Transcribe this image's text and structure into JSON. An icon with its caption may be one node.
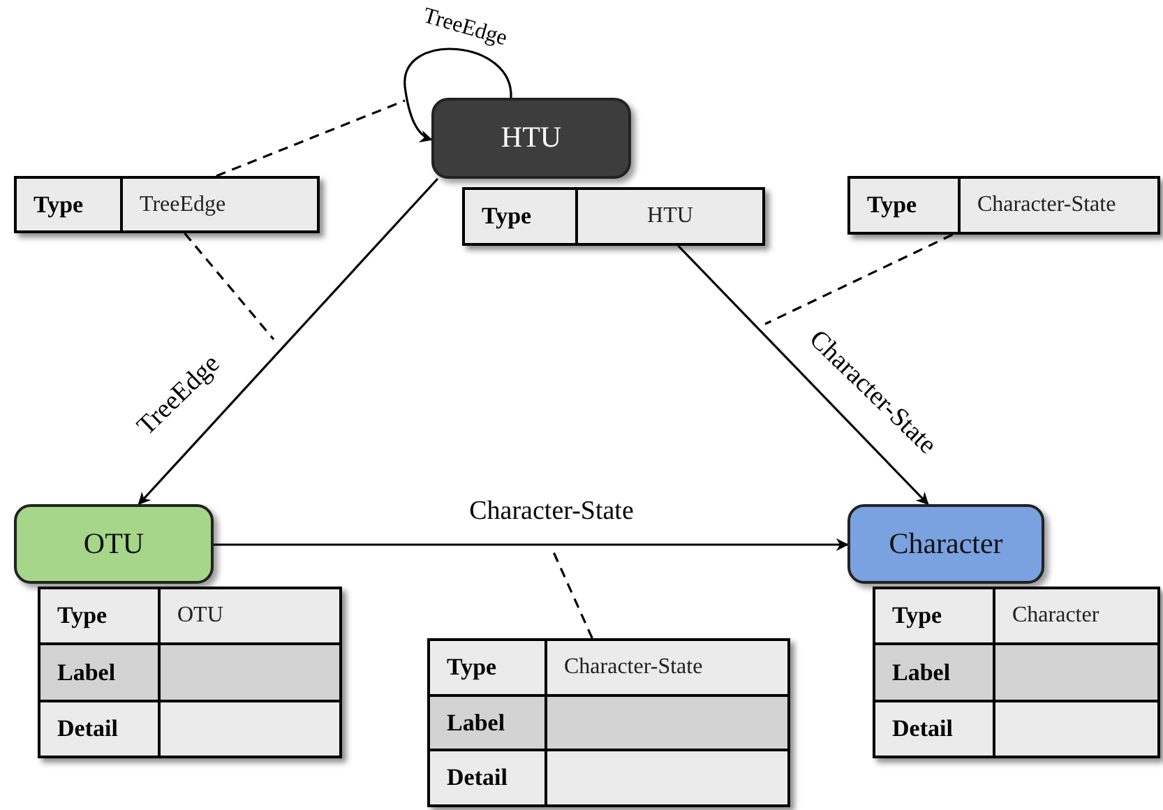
{
  "diagram": {
    "nodes": [
      {
        "text": [
          "HTU"
        ]
      },
      {
        "text": [
          "Type",
          "TreeEdge"
        ]
      },
      {
        "text": [
          "Type",
          "HTU"
        ]
      },
      {
        "text": [
          "Type",
          "Character-State"
        ]
      },
      {
        "text": [
          "OTU"
        ]
      },
      {
        "text": [
          "Type",
          "OTU",
          "Label",
          "Detail"
        ]
      },
      {
        "text": [
          "Type",
          "Character-State",
          "Label",
          "Detail"
        ]
      },
      {
        "text": [
          "Character"
        ]
      },
      {
        "text": [
          "Type",
          "Character",
          "Label",
          "Detail"
        ]
      }
    ],
    "edges": [
      {
        "from": 0,
        "to": 0,
        "arrow": "to",
        "label": "TreeEdge"
      },
      {
        "from": 0,
        "to": 4,
        "arrow": "to",
        "label": "TreeEdge"
      },
      {
        "from": 2,
        "to": 7,
        "arrow": "to",
        "label": "Character-State"
      },
      {
        "from": 4,
        "to": 7,
        "arrow": "to",
        "label": "Character-State"
      },
      {
        "from": 1,
        "to": null,
        "arrow": "none",
        "style": "dashed"
      },
      {
        "from": 1,
        "to": null,
        "arrow": "none",
        "style": "dashed"
      },
      {
        "from": 3,
        "to": null,
        "arrow": "none",
        "style": "dashed"
      },
      {
        "from": 6,
        "to": null,
        "arrow": "none",
        "style": "dashed"
      }
    ]
  }
}
